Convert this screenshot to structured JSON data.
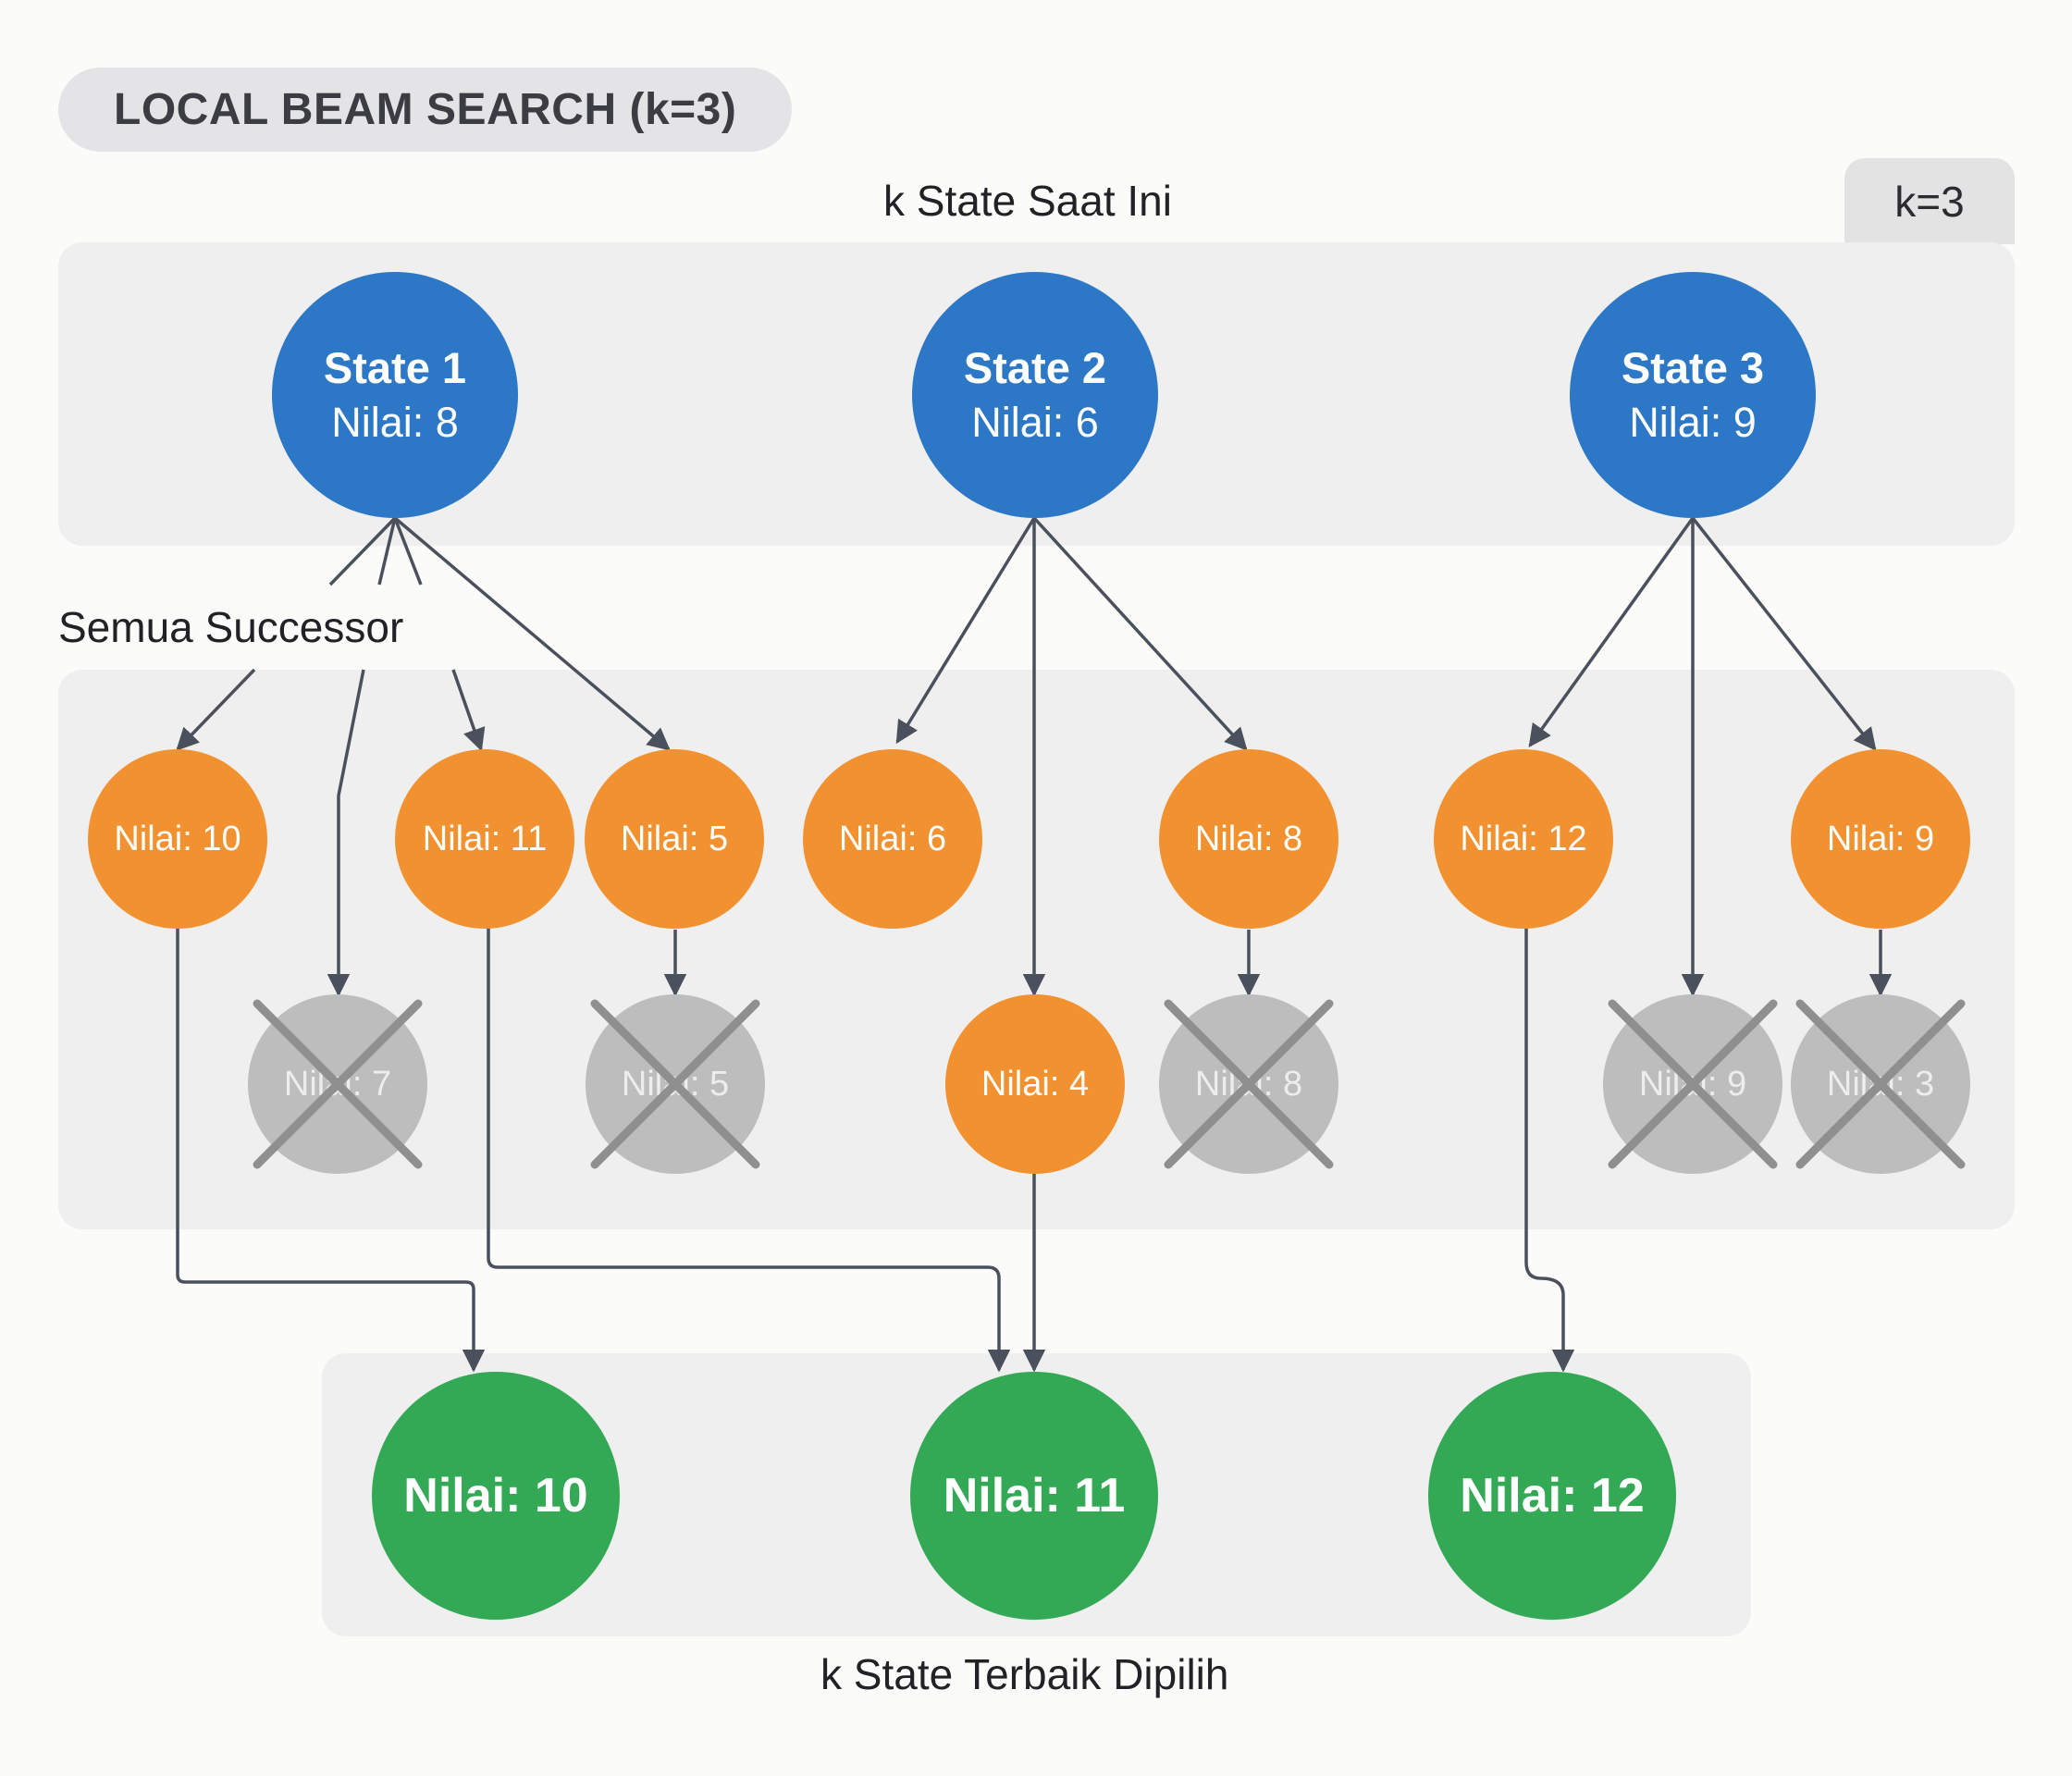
{
  "title": "LOCAL BEAM SEARCH (k=3)",
  "k_tab": "k=3",
  "labels": {
    "current": "k State Saat Ini",
    "successors": "Semua Successor",
    "selected": "k State Terbaik Dipilih"
  },
  "current_states": [
    {
      "name": "State 1",
      "value": "Nilai: 8"
    },
    {
      "name": "State 2",
      "value": "Nilai: 6"
    },
    {
      "name": "State 3",
      "value": "Nilai: 9"
    }
  ],
  "successors": [
    {
      "value": "Nilai: 10",
      "parent": "State 1",
      "status": "kept"
    },
    {
      "value": "Nilai: 11",
      "parent": "State 1",
      "status": "kept"
    },
    {
      "value": "Nilai: 5",
      "parent": "State 1",
      "status": "kept"
    },
    {
      "value": "Nilai: 6",
      "parent": "State 2",
      "status": "kept"
    },
    {
      "value": "Nilai: 8",
      "parent": "State 2",
      "status": "kept"
    },
    {
      "value": "Nilai: 12",
      "parent": "State 3",
      "status": "kept"
    },
    {
      "value": "Nilai: 9",
      "parent": "State 3",
      "status": "kept"
    },
    {
      "value": "Nilai: 7",
      "parent": "State 1",
      "status": "pruned"
    },
    {
      "value": "Nilai: 5",
      "parent": "Nilai: 5",
      "status": "pruned"
    },
    {
      "value": "Nilai: 4",
      "parent": "State 2",
      "status": "kept"
    },
    {
      "value": "Nilai: 8",
      "parent": "Nilai: 8",
      "status": "pruned"
    },
    {
      "value": "Nilai: 9",
      "parent": "State 3",
      "status": "pruned"
    },
    {
      "value": "Nilai: 3",
      "parent": "Nilai: 9",
      "status": "pruned"
    }
  ],
  "selected_states": [
    {
      "value": "Nilai: 10"
    },
    {
      "value": "Nilai: 11"
    },
    {
      "value": "Nilai: 12"
    }
  ],
  "colors": {
    "current": "#2d78c6",
    "successor": "#f2912f",
    "pruned": "#bdbdbe",
    "selected": "#34a955",
    "arrow": "#4a505c"
  }
}
